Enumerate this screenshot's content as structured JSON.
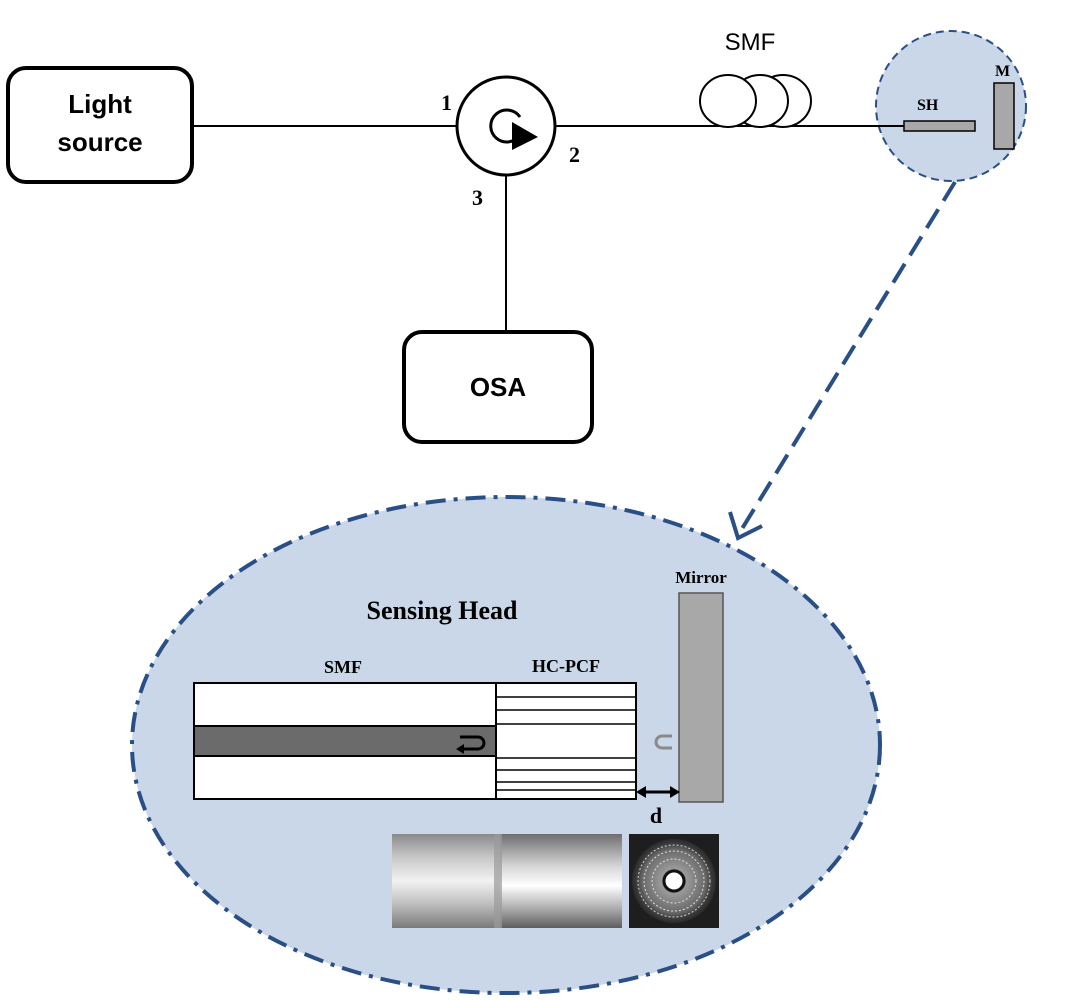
{
  "diagram": {
    "light_source_label_line1": "Light",
    "light_source_label_line2": "source",
    "osa_label": "OSA",
    "port_1": "1",
    "port_2": "2",
    "port_3": "3",
    "smf_coil_label": "SMF",
    "sensing_head_short": "SH",
    "mirror_short": "M",
    "sensing_head_title": "Sensing Head",
    "smf_label": "SMF",
    "hcpcf_label": "HC-PCF",
    "mirror_label": "Mirror",
    "gap_label": "d"
  },
  "colors": {
    "ellipse_fill": "#c9d7e8",
    "ellipse_stroke": "#2a4f86",
    "line": "#000000",
    "core_gray": "#6b6b6b",
    "mirror_gray": "#a8a8a8"
  }
}
